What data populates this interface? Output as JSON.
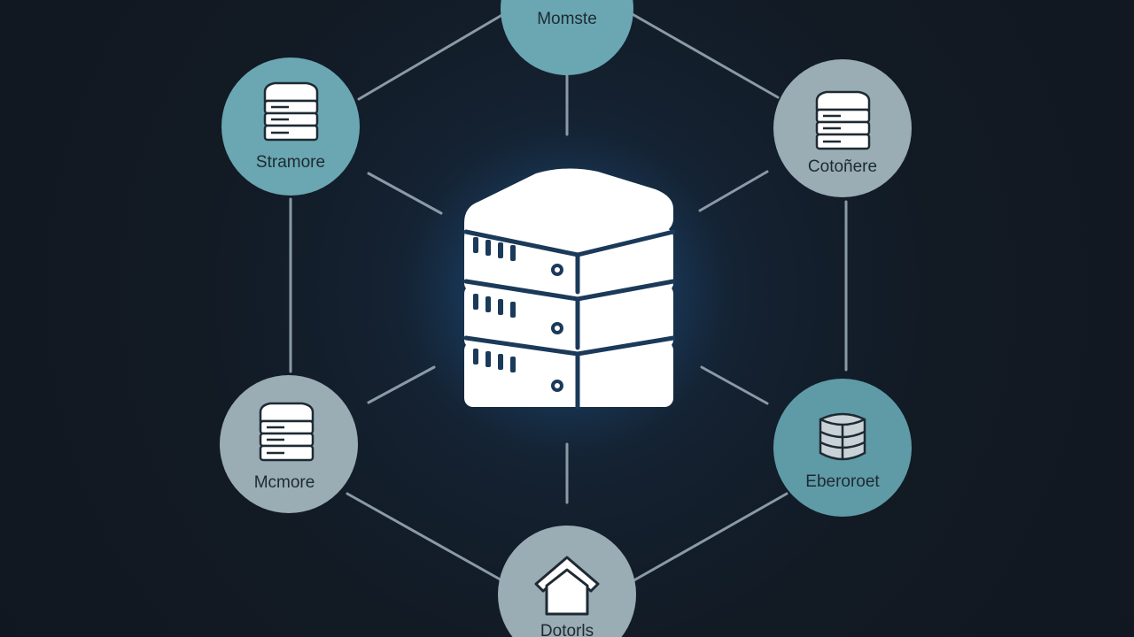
{
  "diagram": {
    "center": {
      "icon": "server-stack-icon"
    },
    "nodes": [
      {
        "id": "top",
        "label": "Momste",
        "icon": "",
        "color": "#6aa7b2"
      },
      {
        "id": "upper-left",
        "label": "Stramore",
        "icon": "server-stack-icon",
        "color": "#6aa7b2"
      },
      {
        "id": "upper-right",
        "label": "Cotoñere",
        "icon": "server-stack-icon",
        "color": "#9aacb4"
      },
      {
        "id": "lower-left",
        "label": "Mcmore",
        "icon": "server-stack-icon",
        "color": "#9aacb4"
      },
      {
        "id": "lower-right",
        "label": "Eberoroet",
        "icon": "database-icon",
        "color": "#5f9ba7"
      },
      {
        "id": "bottom",
        "label": "Dotorls",
        "icon": "home-icon",
        "color": "#9aacb4"
      }
    ],
    "colors": {
      "background": "#121a24",
      "connector": "#8a9aa6",
      "icon_stroke": "#1e2a33",
      "center_fill": "#ffffff",
      "center_detail": "#1b3a5a",
      "glow": "#2a7bc8"
    }
  }
}
